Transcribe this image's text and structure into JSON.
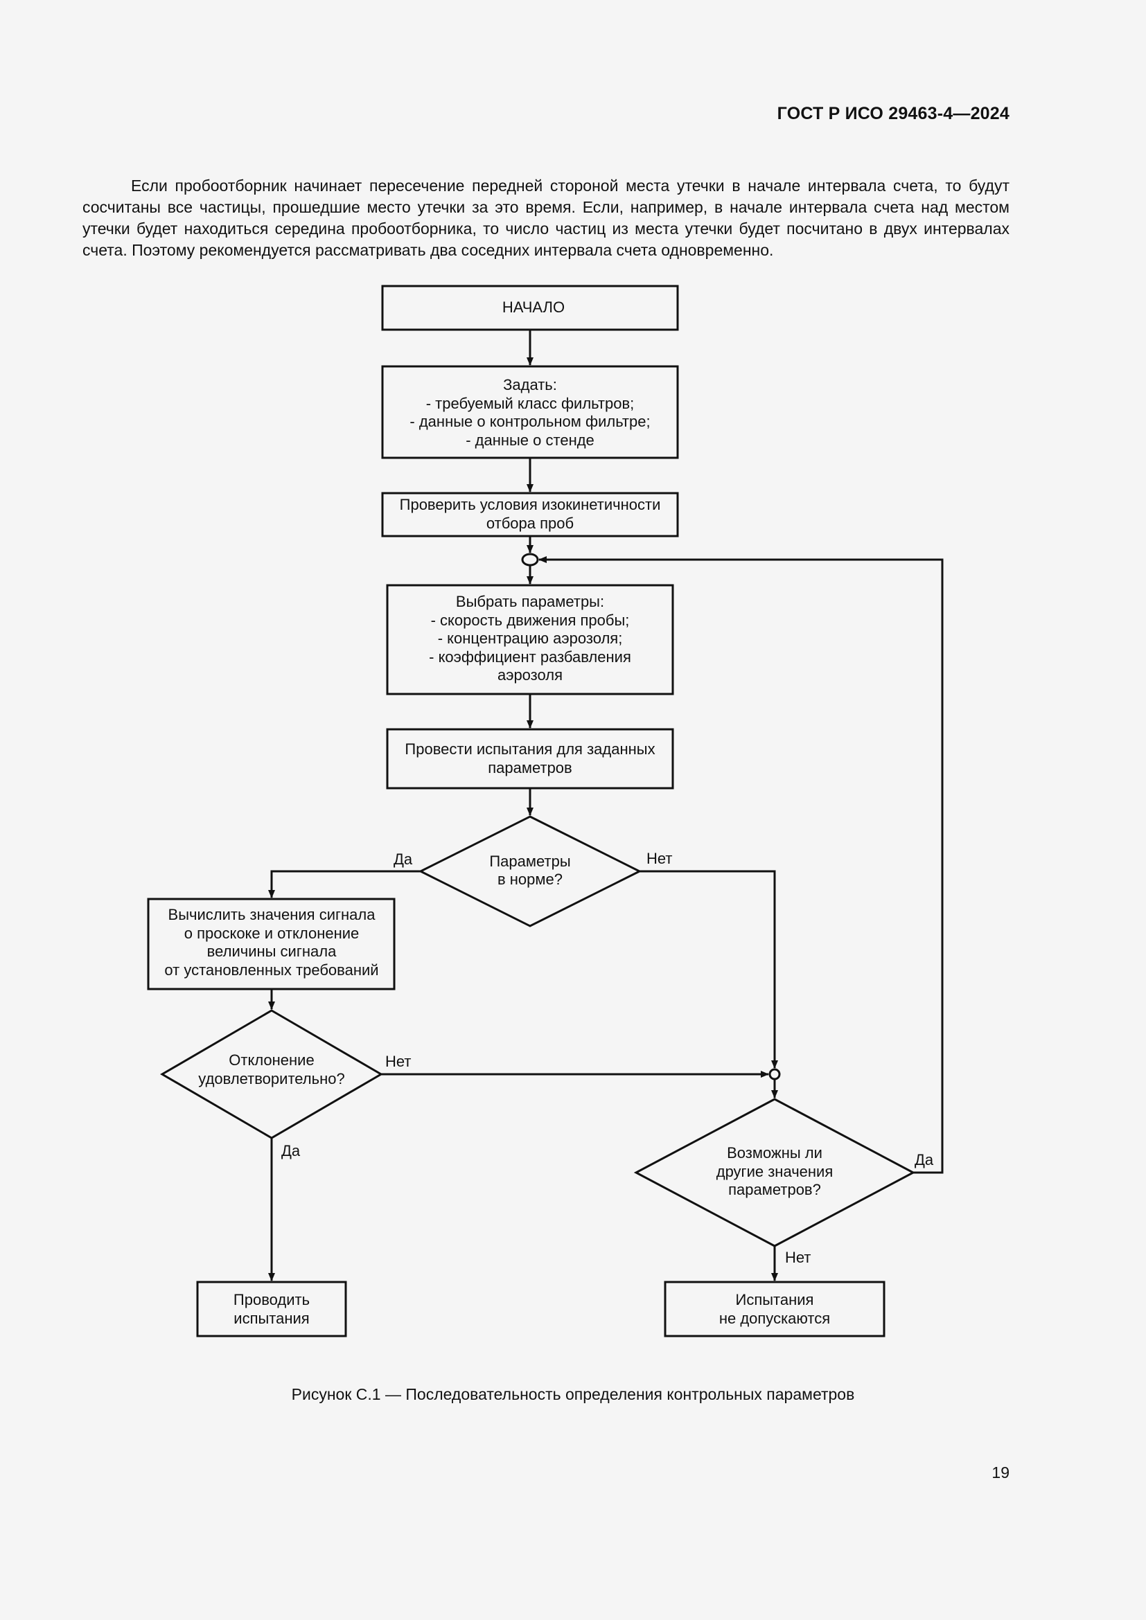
{
  "header": {
    "doc_code": "ГОСТ Р ИСО 29463-4—2024"
  },
  "body_text": "Если пробоотборник начинает пересечение передней стороной места утечки в начале интервала счета, то будут сосчитаны все частицы, прошедшие место утечки за это время. Если, например, в начале интервала счета над местом утечки будет находиться середина пробоотборника, то число частиц из места утечки будет посчитано в двух интервалах счета. Поэтому рекомендуется рассматривать два соседних интервала счета одновременно.",
  "flowchart": {
    "start": [
      "НАЧАЛО"
    ],
    "set_params": [
      "Задать:",
      "- требуемый класс фильтров;",
      "- данные о контрольном фильтре;",
      "- данные о стенде"
    ],
    "check_iso": [
      "Проверить условия изокинетичности",
      "отбора проб"
    ],
    "select_params": [
      "Выбрать параметры:",
      "- скорость движения пробы;",
      "- концентрацию аэрозоля;",
      "- коэффициент разбавления",
      "аэрозоля"
    ],
    "run_tests": [
      "Провести испытания для заданных",
      "параметров"
    ],
    "decision_params": [
      "Параметры",
      "в норме?"
    ],
    "compute_signal": [
      "Вычислить значения сигнала",
      "о проскоке и отклонение",
      "величины сигнала",
      "от установленных требований"
    ],
    "decision_deviation": [
      "Отклонение",
      "удовлетворительно?"
    ],
    "decision_other": [
      "Возможны ли",
      "другие значения",
      "параметров?"
    ],
    "conduct_tests": [
      "Проводить",
      "испытания"
    ],
    "tests_not_allowed": [
      "Испытания",
      "не допускаются"
    ],
    "label_yes": "Да",
    "label_no": "Нет"
  },
  "figure_caption": "Рисунок С.1 — Последовательность определения контрольных параметров",
  "page_number": "19"
}
